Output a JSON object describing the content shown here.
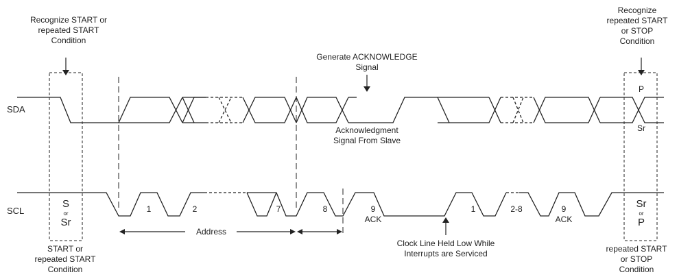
{
  "signals": {
    "sda": "SDA",
    "scl": "SCL"
  },
  "top_annotations": {
    "recognize_start_1": "Recognize START or",
    "recognize_start_2": "repeated START",
    "recognize_start_3": "Condition",
    "generate_ack_1": "Generate ACKNOWLEDGE",
    "generate_ack_2": "Signal",
    "recognize_stop_1": "Recognize",
    "recognize_stop_2": "repeated START",
    "recognize_stop_3": "or STOP",
    "recognize_stop_4": "Condition"
  },
  "sda_labels": {
    "ack_from_slave_1": "Acknowledgment",
    "ack_from_slave_2": "Signal From Slave",
    "stop_p": "P",
    "stop_sr": "Sr"
  },
  "scl_labels": {
    "start_s": "S",
    "start_or": "or",
    "start_sr": "Sr",
    "bit_1": "1",
    "bit_2": "2",
    "bit_7": "7",
    "bit_8": "8",
    "bit_9": "9",
    "ack": "ACK",
    "bit_1b": "1",
    "bits_2_8": "2-8",
    "bit_9b": "9",
    "ackb": "ACK",
    "end_sr": "Sr",
    "end_or": "or",
    "end_p": "P"
  },
  "bottom_annotations": {
    "address": "Address",
    "clock_held_1": "Clock Line Held Low While",
    "clock_held_2": "Interrupts are Serviced",
    "start_cond_1": "START or",
    "start_cond_2": "repeated START",
    "start_cond_3": "Condition",
    "stop_cond_1": "repeated START",
    "stop_cond_2": "or STOP",
    "stop_cond_3": "Condition"
  },
  "colors": {
    "line": "#222222",
    "text": "#222222",
    "background": "#ffffff"
  }
}
